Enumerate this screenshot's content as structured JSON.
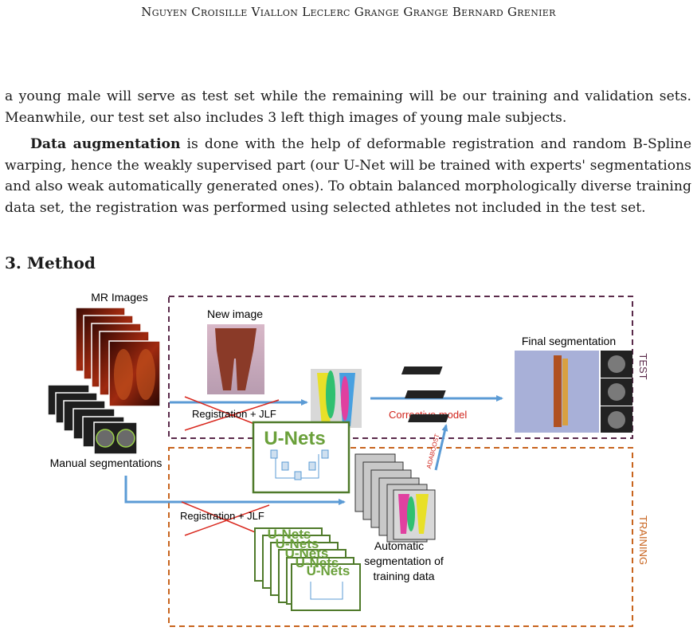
{
  "header": {
    "authors": "Nguyen Croisille Viallon Leclerc Grange Grange Bernard Grenier"
  },
  "body": {
    "para1": "a young male will serve as test set while the remaining will be our training and validation sets. Meanwhile, our test set also includes 3 left thigh images of young male subjects.",
    "para2_bold": "Data augmentation",
    "para2_rest": " is done with the help of deformable registration and random B-Spline warping, hence the weakly supervised part (our U-Net will be trained with experts' segmentations and also weak automatically generated ones). To obtain balanced morphologically diverse training data set, the registration was performed using selected athletes not included in the test set."
  },
  "section_title": "3. Method",
  "figure": {
    "mr_images": "MR Images",
    "new_image": "New image",
    "final_segmentation": "Final segmentation",
    "test": "TEST",
    "training": "TRAINING",
    "registration_jlf_top": "Registration + JLF",
    "registration_jlf_bottom": "Registration + JLF",
    "corrective_model": "Corrective model",
    "unets_main": "U-Nets",
    "unets_stack": "U-Nets",
    "manual_segmentations": "Manual segmentations",
    "adaboost": "ADABOOST",
    "automatic_seg_line1": "Automatic",
    "automatic_seg_line2": "segmentation of",
    "automatic_seg_line3": "training data",
    "colors": {
      "test_border": "#5a2a4a",
      "training_border": "#c8641e",
      "arrow": "#5b9bd5",
      "unet_green": "#4f7a2a",
      "cross_red": "#d9281e",
      "corrective_red": "#d0241c"
    }
  }
}
